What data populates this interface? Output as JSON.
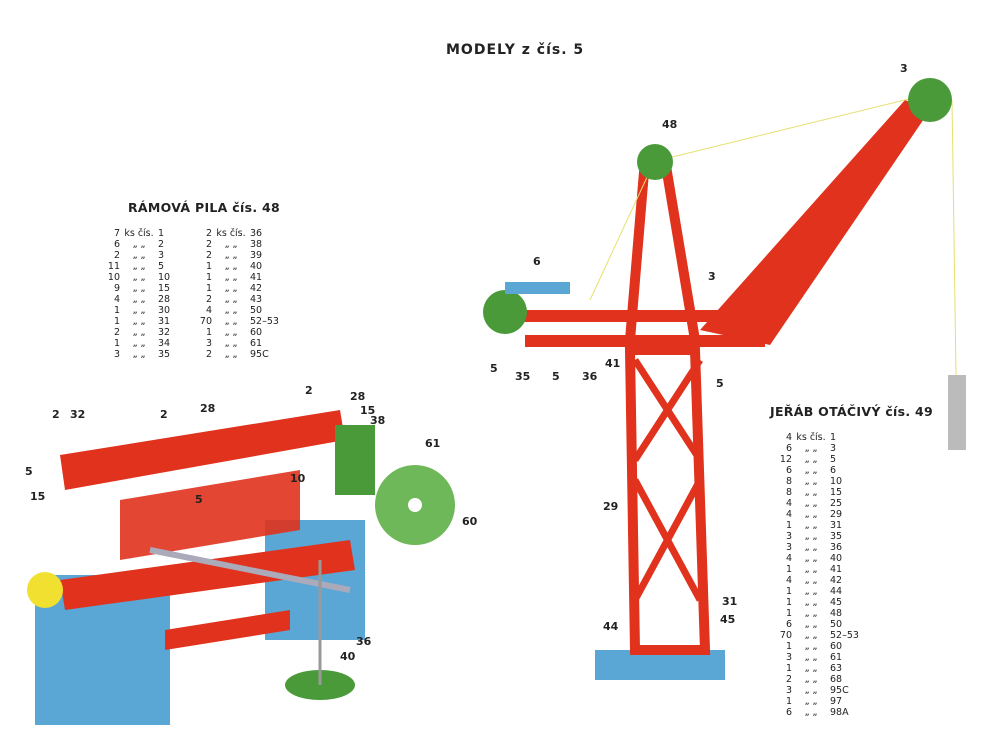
{
  "page_title": "MODELY z čís. 5",
  "saw": {
    "title": "RÁMOVÁ PILA čís. 48",
    "unit_first": "ks čís.",
    "ditto": "„ „",
    "col1": [
      [
        "7",
        "1"
      ],
      [
        "6",
        "2"
      ],
      [
        "2",
        "3"
      ],
      [
        "11",
        "5"
      ],
      [
        "10",
        "10"
      ],
      [
        "9",
        "15"
      ],
      [
        "4",
        "28"
      ],
      [
        "1",
        "30"
      ],
      [
        "1",
        "31"
      ],
      [
        "2",
        "32"
      ],
      [
        "1",
        "34"
      ],
      [
        "3",
        "35"
      ]
    ],
    "col2": [
      [
        "2",
        "36"
      ],
      [
        "2",
        "38"
      ],
      [
        "2",
        "39"
      ],
      [
        "1",
        "40"
      ],
      [
        "1",
        "41"
      ],
      [
        "1",
        "42"
      ],
      [
        "2",
        "43"
      ],
      [
        "4",
        "50"
      ],
      [
        "70",
        "52–53"
      ],
      [
        "1",
        "60"
      ],
      [
        "3",
        "61"
      ],
      [
        "2",
        "95C"
      ]
    ],
    "callouts": [
      "2",
      "32",
      "2",
      "28",
      "2",
      "28",
      "15",
      "38",
      "61",
      "5",
      "15",
      "10",
      "5",
      "60",
      "40",
      "36"
    ]
  },
  "crane": {
    "title": "JEŘÁB OTÁČIVÝ čís. 49",
    "unit_first": "ks čís.",
    "ditto": "„ „",
    "parts": [
      [
        "4",
        "1"
      ],
      [
        "6",
        "3"
      ],
      [
        "12",
        "5"
      ],
      [
        "6",
        "6"
      ],
      [
        "8",
        "10"
      ],
      [
        "8",
        "15"
      ],
      [
        "4",
        "25"
      ],
      [
        "4",
        "29"
      ],
      [
        "1",
        "31"
      ],
      [
        "3",
        "35"
      ],
      [
        "3",
        "36"
      ],
      [
        "4",
        "40"
      ],
      [
        "1",
        "41"
      ],
      [
        "4",
        "42"
      ],
      [
        "1",
        "44"
      ],
      [
        "1",
        "45"
      ],
      [
        "1",
        "48"
      ],
      [
        "6",
        "50"
      ],
      [
        "70",
        "52–53"
      ],
      [
        "1",
        "60"
      ],
      [
        "3",
        "61"
      ],
      [
        "1",
        "63"
      ],
      [
        "2",
        "68"
      ],
      [
        "3",
        "95C"
      ],
      [
        "1",
        "97"
      ],
      [
        "6",
        "98A"
      ]
    ],
    "callouts": [
      "3",
      "48",
      "6",
      "3",
      "5",
      "35",
      "5",
      "36",
      "41",
      "5",
      "29",
      "31",
      "44",
      "45"
    ]
  },
  "colors": {
    "red": "#e0321c",
    "blue": "#5aa7d6",
    "green": "#4a9a3a",
    "yellow": "#f2e030"
  }
}
